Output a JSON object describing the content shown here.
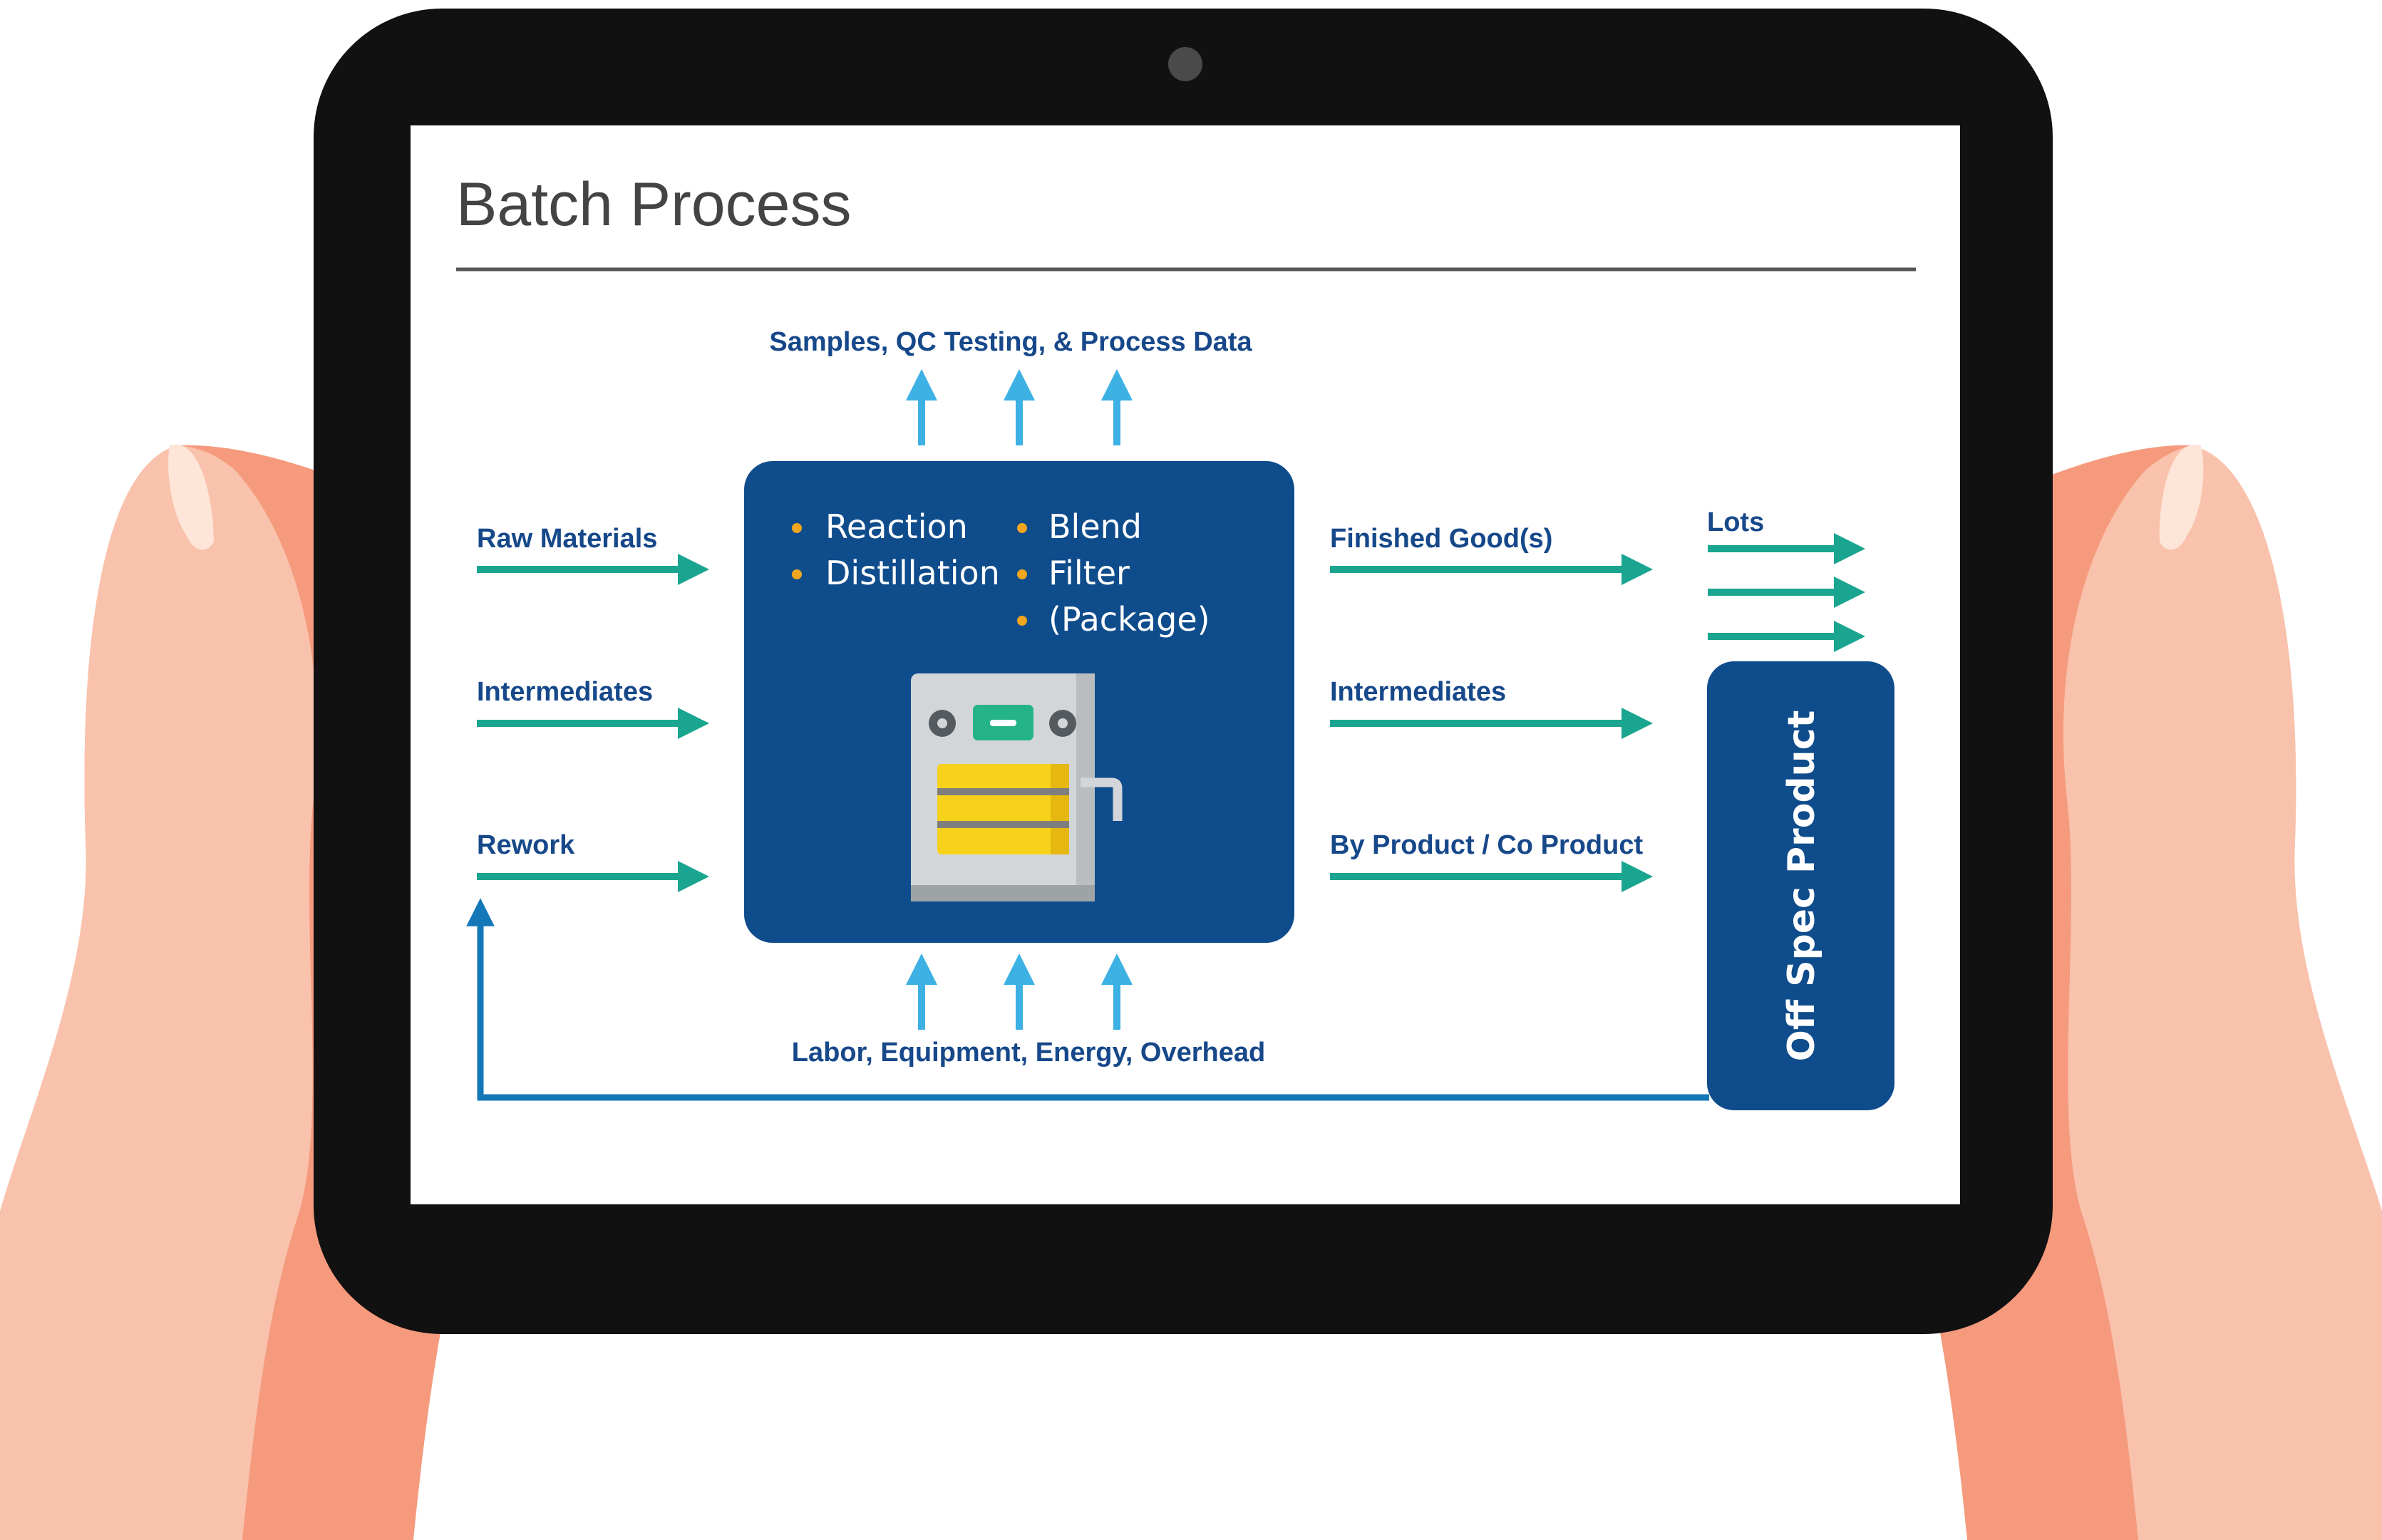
{
  "title": "Batch Process",
  "colors": {
    "tablet_frame": "#111111",
    "screen": "#ffffff",
    "process_box": "#0f4c8c",
    "input_output_arrow": "#1aa590",
    "data_arrow": "#3db0e4",
    "rework_line": "#1478b8",
    "bullet": "#f2a51e",
    "label_text": "#16488a",
    "skin_dark": "#f59a7d",
    "skin_light": "#f9c2ac"
  },
  "top_label": "Samples, QC Testing, & Process Data",
  "bottom_label": "Labor, Equipment, Energy, Overhead",
  "inputs": [
    "Raw Materials",
    "Intermediates",
    "Rework"
  ],
  "process_steps": {
    "left": [
      "Reaction",
      "Distillation"
    ],
    "right": [
      "Blend",
      "Filter",
      "(Package)"
    ]
  },
  "outputs": [
    "Finished Good(s)",
    "Intermediates",
    "By Product / Co Product"
  ],
  "lots_label": "Lots",
  "off_spec_label": "Off Spec Product",
  "icons": {
    "machine": "reactor-machine-icon",
    "camera": "camera-icon"
  }
}
